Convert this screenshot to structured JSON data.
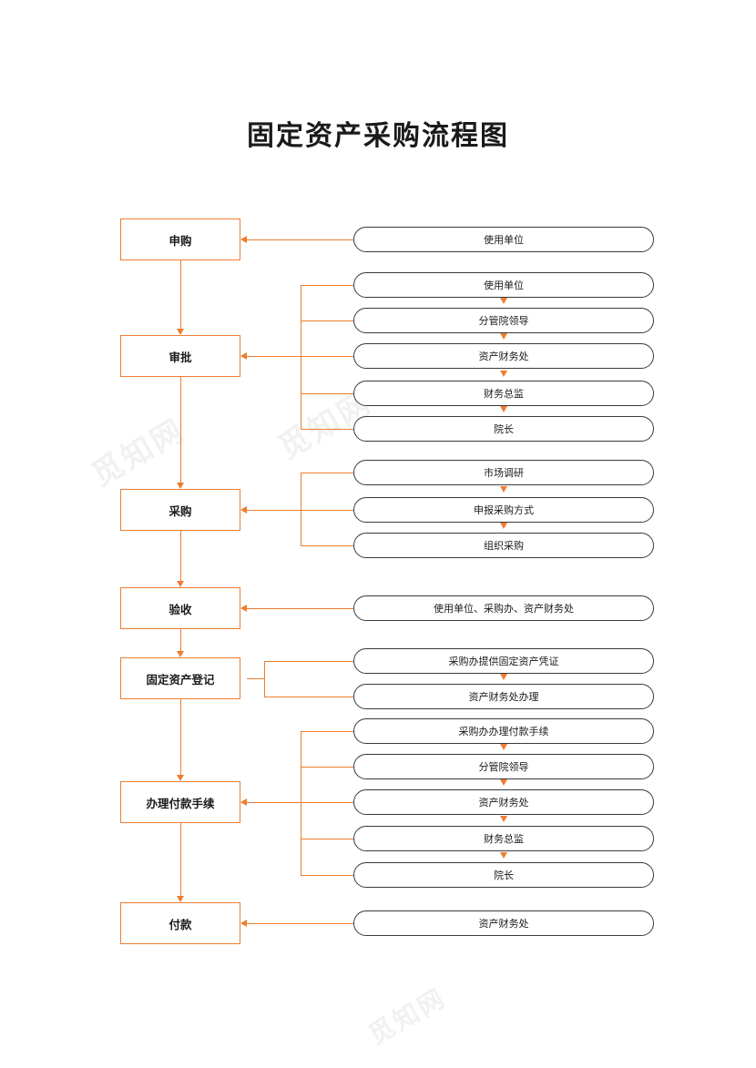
{
  "document": {
    "title": "固定资产采购流程图",
    "accent_color": "#ED7D31",
    "outline_color": "#3A3A3A",
    "background": "#FFFFFF"
  },
  "watermarks": [
    {
      "text": "觅知网"
    },
    {
      "text": "觅知网"
    },
    {
      "text": "觅知网"
    }
  ],
  "flow": {
    "stages": [
      {
        "id": "apply",
        "label": "申购",
        "details": [
          "使用单位"
        ]
      },
      {
        "id": "approve",
        "label": "审批",
        "details": [
          "使用单位",
          "分管院领导",
          "资产财务处",
          "财务总监",
          "院长"
        ]
      },
      {
        "id": "purchase",
        "label": "采购",
        "details": [
          "市场调研",
          "申报采购方式",
          "组织采购"
        ]
      },
      {
        "id": "accept",
        "label": "验收",
        "details": [
          "使用单位、采购办、资产财务处"
        ]
      },
      {
        "id": "register",
        "label": "固定资产登记",
        "details": [
          "采购办提供固定资产凭证",
          "资产财务处办理"
        ]
      },
      {
        "id": "payment",
        "label": "办理付款手续",
        "details": [
          "采购办办理付款手续",
          "分管院领导",
          "资产财务处",
          "财务总监",
          "院长"
        ]
      },
      {
        "id": "pay",
        "label": "付款",
        "details": [
          "资产财务处"
        ]
      }
    ]
  }
}
